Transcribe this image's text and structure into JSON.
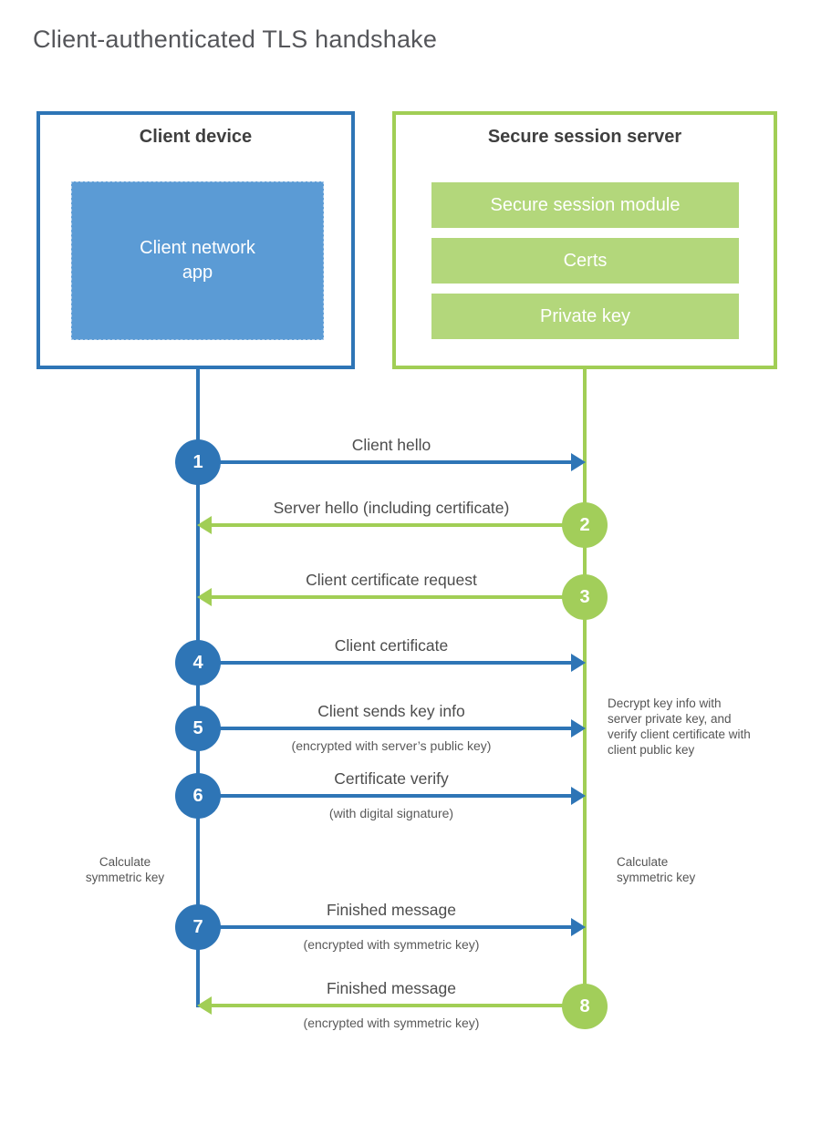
{
  "title": "Client-authenticated TLS handshake",
  "client": {
    "title": "Client device",
    "app_label": "Client network app"
  },
  "server": {
    "title": "Secure session server",
    "modules": [
      {
        "label": "Secure session module"
      },
      {
        "label": "Certs"
      },
      {
        "label": "Private key"
      }
    ]
  },
  "messages": [
    {
      "num": "1",
      "label": "Client hello",
      "direction": "client-to-server"
    },
    {
      "num": "2",
      "label": "Server hello (including certificate)",
      "direction": "server-to-client"
    },
    {
      "num": "3",
      "label": "Client certificate request",
      "direction": "server-to-client"
    },
    {
      "num": "4",
      "label": "Client certificate",
      "direction": "client-to-server"
    },
    {
      "num": "5",
      "label": "Client sends key info",
      "sub": "(encrypted with server’s public key)",
      "direction": "client-to-server"
    },
    {
      "num": "6",
      "label": "Certificate verify",
      "sub": "(with digital signature)",
      "direction": "client-to-server"
    },
    {
      "num": "7",
      "label": "Finished message",
      "sub": "(encrypted with symmetric key)",
      "direction": "client-to-server"
    },
    {
      "num": "8",
      "label": "Finished message",
      "sub": "(encrypted with symmetric key)",
      "direction": "server-to-client"
    }
  ],
  "notes": {
    "decrypt_note": "Decrypt key info with server private key, and verify client certificate with client public key",
    "calc_left": "Calculate symmetric key",
    "calc_right": "Calculate symmetric key"
  },
  "colors": {
    "blue": "#2e75b6",
    "blue_fill": "#5b9bd5",
    "green": "#a1ce55",
    "green_fill": "#b3d77b"
  }
}
